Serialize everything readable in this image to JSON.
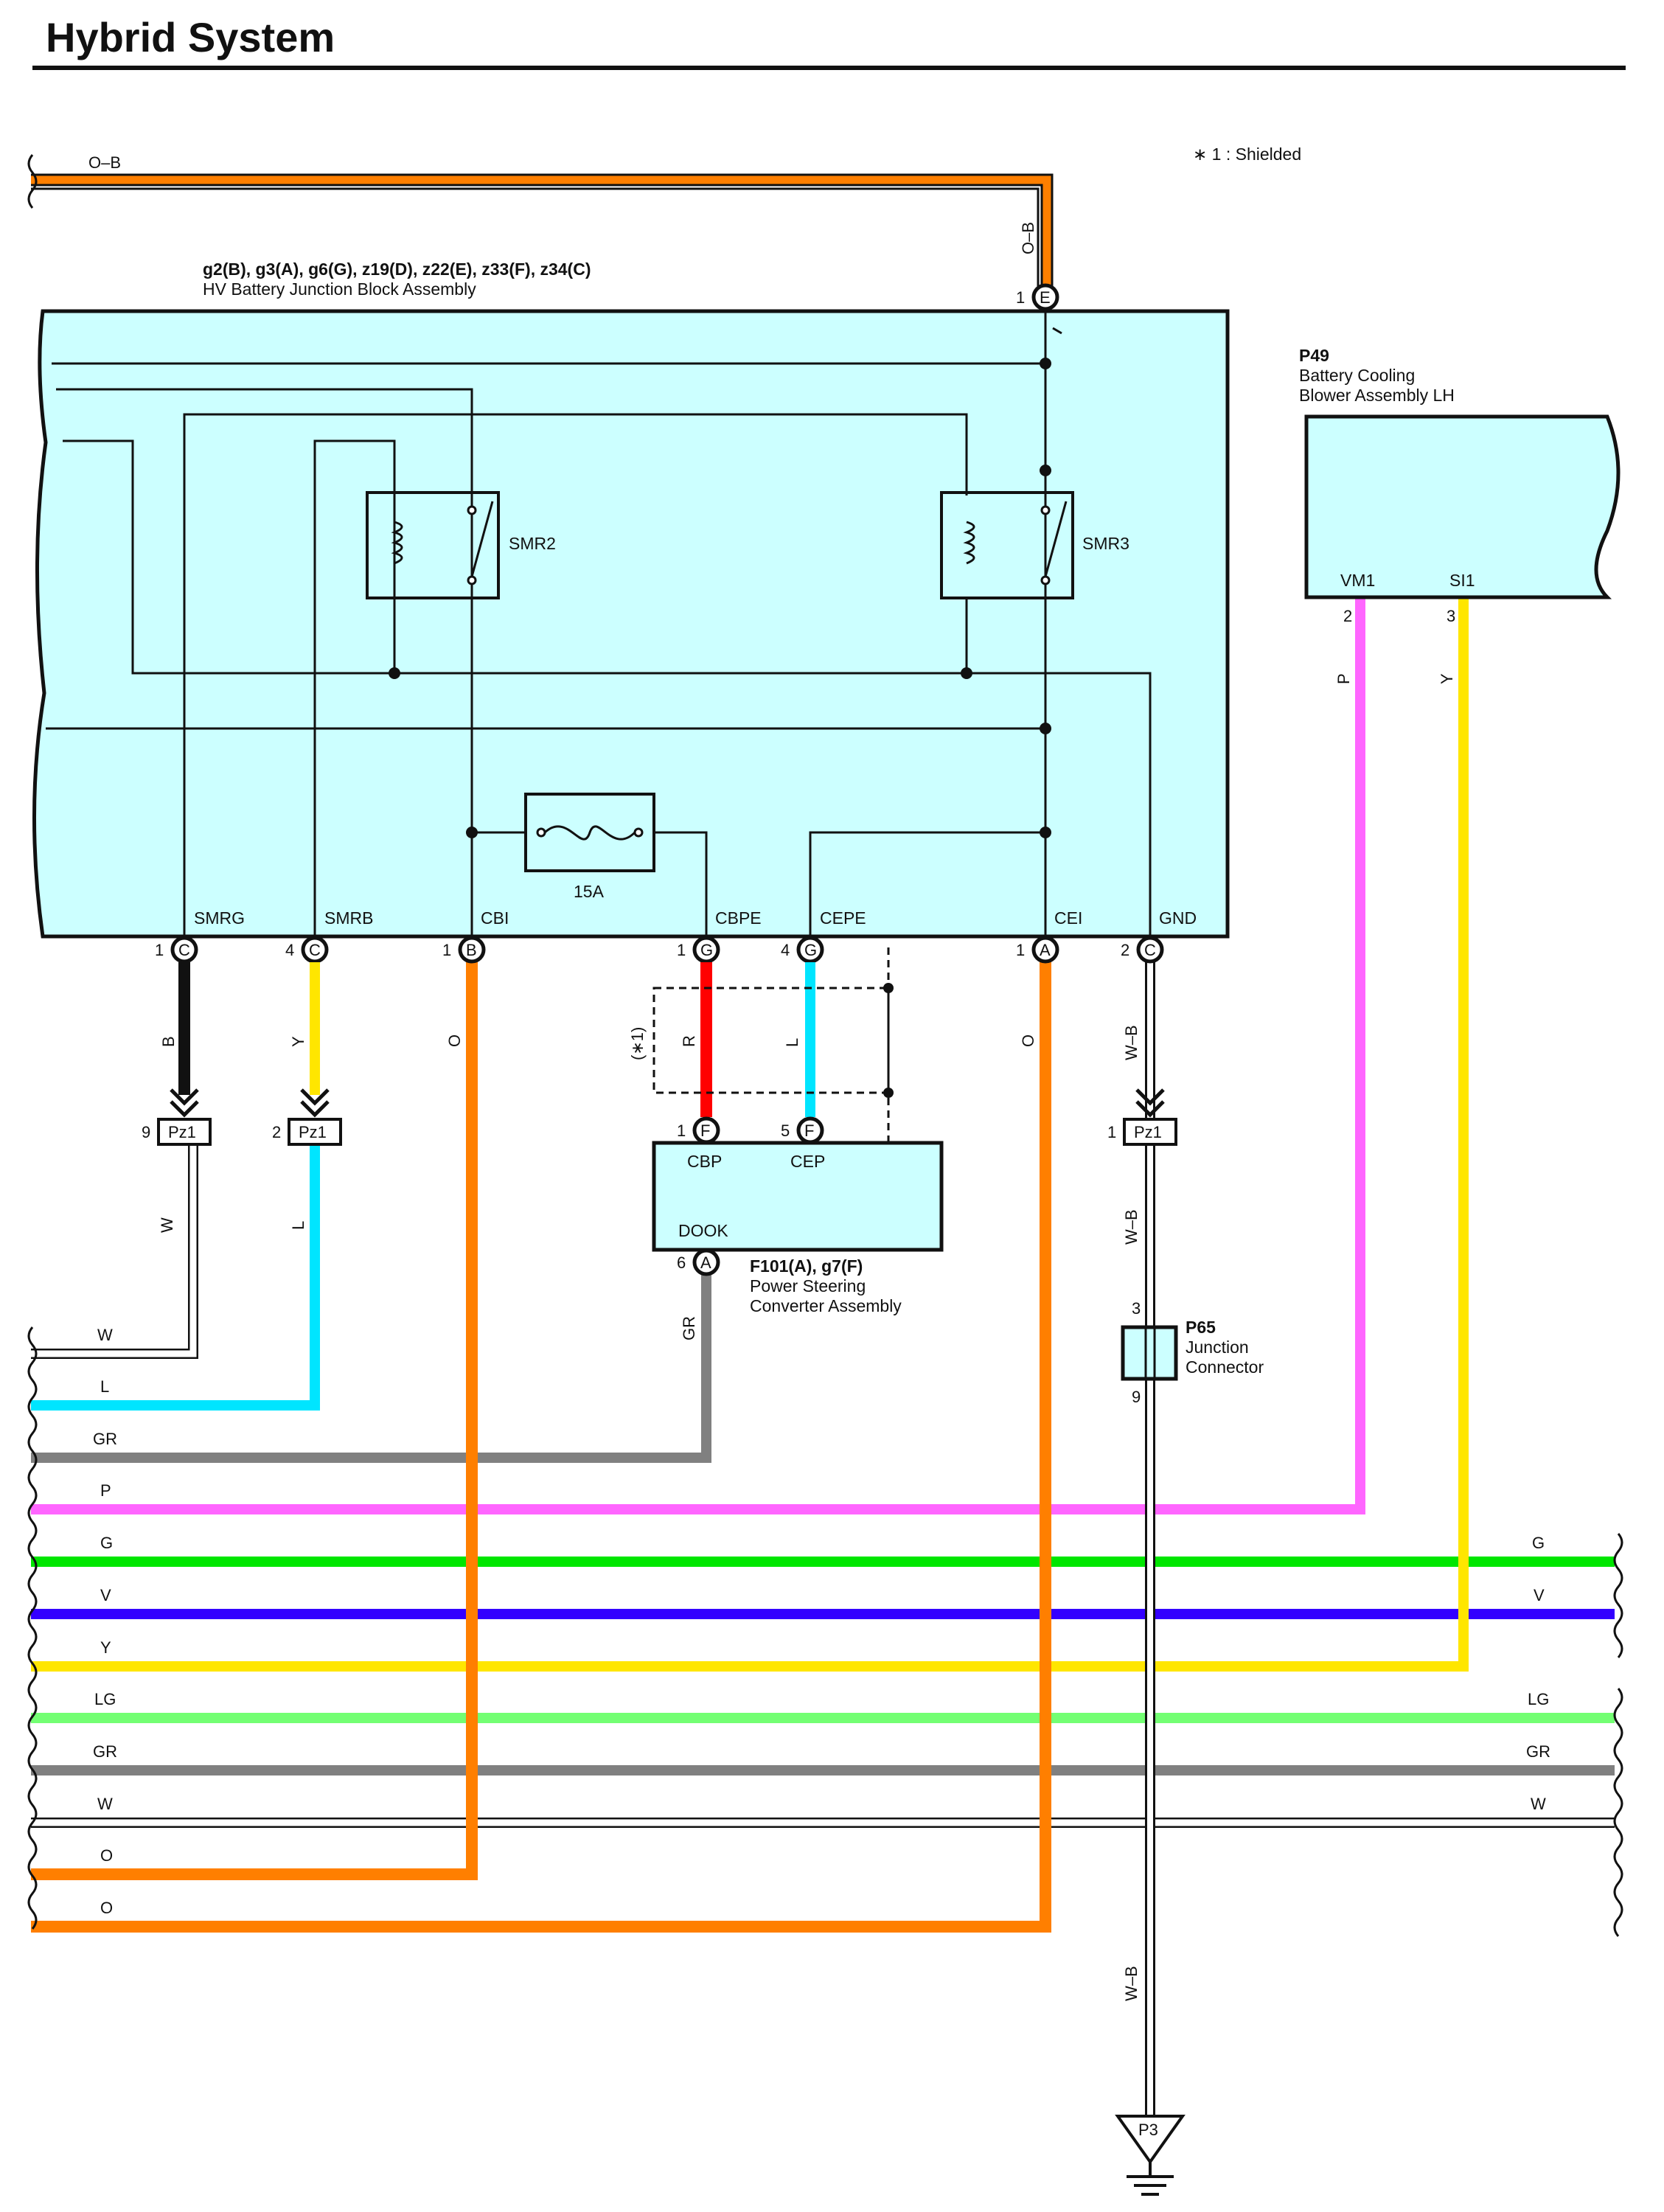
{
  "title": "Hybrid System",
  "note": "∗ 1 : Shielded",
  "colors": {
    "O": "#ff7f00",
    "B": "#000000",
    "Y": "#ffe600",
    "L": "#00e5ff",
    "R": "#ff0000",
    "W": "#ffffff",
    "GR": "#808080",
    "P": "#ff66ff",
    "G": "#00e600",
    "V": "#3300ff",
    "LG": "#73ff73",
    "WB": "#ffffff",
    "box_fill": "#ccffff"
  },
  "junction_block": {
    "codes": "g2(B), g3(A), g6(G), z19(D), z22(E), z33(F), z34(C)",
    "name": "HV Battery Junction Block Assembly",
    "relays": [
      "SMR2",
      "SMR3"
    ],
    "fuse": "15A",
    "top_pin": {
      "num": "1",
      "conn": "E",
      "wire": "O–B"
    },
    "terminals": [
      {
        "name": "SMRG",
        "num": "1",
        "conn": "C",
        "wire": "B"
      },
      {
        "name": "SMRB",
        "num": "4",
        "conn": "C",
        "wire": "Y"
      },
      {
        "name": "CBI",
        "num": "1",
        "conn": "B",
        "wire": "O"
      },
      {
        "name": "CBPE",
        "num": "1",
        "conn": "G",
        "wire": "R"
      },
      {
        "name": "CEPE",
        "num": "4",
        "conn": "G",
        "wire": "L"
      },
      {
        "name": "CEI",
        "num": "1",
        "conn": "A",
        "wire": "O"
      },
      {
        "name": "GND",
        "num": "2",
        "conn": "C",
        "wire": "W–B"
      }
    ]
  },
  "blower": {
    "code": "P49",
    "name1": "Battery Cooling",
    "name2": "Blower Assembly LH",
    "pins": [
      {
        "name": "VM1",
        "num": "2",
        "wire": "P"
      },
      {
        "name": "SI1",
        "num": "3",
        "wire": "Y"
      }
    ]
  },
  "pz1": [
    {
      "num": "9",
      "label": "Pz1",
      "wire_below": "W"
    },
    {
      "num": "2",
      "label": "Pz1",
      "wire_below": "L"
    },
    {
      "num": "1",
      "label": "Pz1",
      "wire_below": "W–B"
    }
  ],
  "shield_label": "(∗1)",
  "power_steering": {
    "codes": "F101(A), g7(F)",
    "name1": "Power Steering",
    "name2": "Converter Assembly",
    "pins_top": [
      {
        "name": "CBP",
        "num": "1",
        "conn": "F"
      },
      {
        "name": "CEP",
        "num": "5",
        "conn": "F"
      }
    ],
    "dook": "DOOK",
    "bottom_pin": {
      "num": "6",
      "conn": "A",
      "wire": "GR"
    }
  },
  "junction_connector": {
    "code": "P65",
    "name1": "Junction",
    "name2": "Connector",
    "pin_top": "3",
    "pin_bottom": "9",
    "wire": "W–B"
  },
  "ground": "P3",
  "left_bus": [
    "W",
    "L",
    "GR",
    "P",
    "G",
    "V",
    "Y",
    "LG",
    "GR",
    "W",
    "O",
    "O"
  ],
  "right_bus": [
    "G",
    "V",
    "LG",
    "GR",
    "W"
  ],
  "top_wire": "O–B"
}
